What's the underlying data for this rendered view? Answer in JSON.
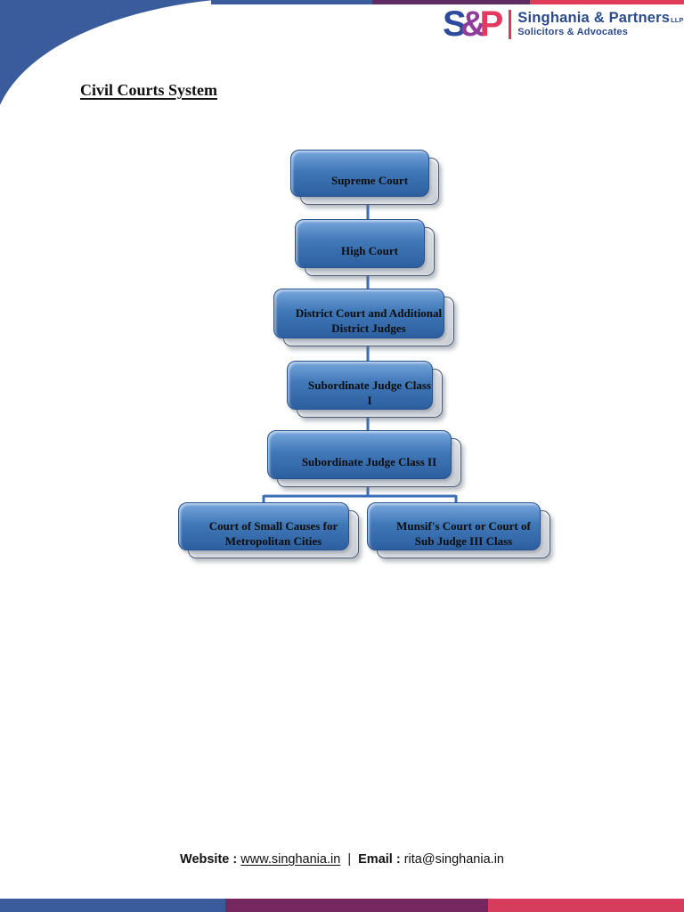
{
  "header": {
    "logo": {
      "s": "S",
      "amp": "&",
      "p": "P",
      "name": "Singhania & Partners",
      "suffix": "LLP",
      "tagline": "Solicitors & Advocates"
    }
  },
  "heading": "Civil Courts System",
  "diagram": {
    "type": "flowchart",
    "title": "Civil Courts System",
    "nodes": [
      {
        "id": "supreme-court",
        "label": "Supreme Court"
      },
      {
        "id": "high-court",
        "label": "High Court"
      },
      {
        "id": "district-court",
        "label": "District Court and Additional District Judges"
      },
      {
        "id": "subordinate-judge-class-1",
        "label": "Subordinate Judge Class I"
      },
      {
        "id": "subordinate-judge-class-2",
        "label": "Subordinate Judge Class II"
      },
      {
        "id": "small-causes-court",
        "label": "Court of Small Causes for Metropolitan Cities"
      },
      {
        "id": "munsif-court",
        "label": "Munsif's Court or Court of Sub Judge III Class"
      }
    ],
    "edges": [
      [
        "supreme-court",
        "high-court"
      ],
      [
        "high-court",
        "district-court"
      ],
      [
        "district-court",
        "subordinate-judge-class-1"
      ],
      [
        "subordinate-judge-class-1",
        "subordinate-judge-class-2"
      ],
      [
        "subordinate-judge-class-2",
        "small-causes-court"
      ],
      [
        "subordinate-judge-class-2",
        "munsif-court"
      ]
    ]
  },
  "footer": {
    "website_label": "Website :",
    "website": "www.singhania.in",
    "separator": "|",
    "email_label": "Email :",
    "email": "rita@singhania.in"
  },
  "colors": {
    "brand_blue": "#3a5b9c",
    "stripe_purple": "#5e2b63",
    "stripe_crimson": "#e03c58",
    "bar_purple": "#77275f",
    "bar_crimson": "#d63d5d",
    "logo_s": "#2d4a9c",
    "logo_amp": "#8e3e9a",
    "logo_p": "#e23a5f",
    "logo_name": "#2b4a8b",
    "node_back_blue": "#4078b8",
    "node_front_gray": "#e3e6ea",
    "node_border": "#4a5a70",
    "connector_blue": "#3a6db5"
  }
}
